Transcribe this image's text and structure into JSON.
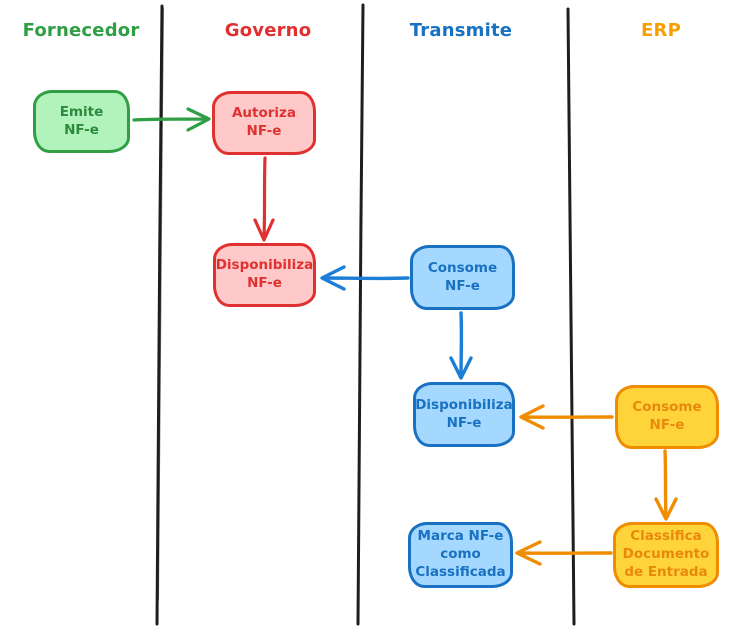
{
  "diagram": {
    "type": "swimlane-flowchart",
    "lanes": [
      {
        "id": "fornecedor",
        "label": "Fornecedor",
        "color": "#2f9e44"
      },
      {
        "id": "governo",
        "label": "Governo",
        "color": "#e03131"
      },
      {
        "id": "transmite",
        "label": "Transmite",
        "color": "#1971c2"
      },
      {
        "id": "erp",
        "label": "ERP",
        "color": "#f59f00"
      }
    ],
    "nodes": [
      {
        "id": "emite",
        "lane": "fornecedor",
        "label": "Emite\nNF-e",
        "fill": "#b2f2bb",
        "stroke": "#2f9e44"
      },
      {
        "id": "autoriza",
        "lane": "governo",
        "label": "Autoriza\nNF-e",
        "fill": "#ffc9c9",
        "stroke": "#e03131"
      },
      {
        "id": "disp-gov",
        "lane": "governo",
        "label": "Disponibiliza\nNF-e",
        "fill": "#ffc9c9",
        "stroke": "#e03131"
      },
      {
        "id": "consome-tr",
        "lane": "transmite",
        "label": "Consome\nNF-e",
        "fill": "#a5d8ff",
        "stroke": "#1971c2"
      },
      {
        "id": "disp-tr",
        "lane": "transmite",
        "label": "Disponibiliza\nNF-e",
        "fill": "#a5d8ff",
        "stroke": "#1971c2"
      },
      {
        "id": "consome-erp",
        "lane": "erp",
        "label": "Consome\nNF-e",
        "fill": "#ffd43b",
        "stroke": "#f08c00"
      },
      {
        "id": "marca",
        "lane": "transmite",
        "label": "Marca NF-e\ncomo\nClassificada",
        "fill": "#a5d8ff",
        "stroke": "#1971c2"
      },
      {
        "id": "classifica",
        "lane": "erp",
        "label": "Classifica\nDocumento\nde Entrada",
        "fill": "#ffd43b",
        "stroke": "#f08c00"
      }
    ],
    "edges": [
      {
        "from": "emite",
        "to": "autoriza",
        "color": "#2f9e44",
        "direction": "right"
      },
      {
        "from": "autoriza",
        "to": "disp-gov",
        "color": "#e03131",
        "direction": "down"
      },
      {
        "from": "consome-tr",
        "to": "disp-gov",
        "color": "#1c7ed6",
        "direction": "left"
      },
      {
        "from": "consome-tr",
        "to": "disp-tr",
        "color": "#1c7ed6",
        "direction": "down"
      },
      {
        "from": "consome-erp",
        "to": "disp-tr",
        "color": "#f08c00",
        "direction": "left"
      },
      {
        "from": "consome-erp",
        "to": "classifica",
        "color": "#f08c00",
        "direction": "down"
      },
      {
        "from": "classifica",
        "to": "marca",
        "color": "#f08c00",
        "direction": "left"
      }
    ],
    "lane_divider_color": "#1e1e1e"
  }
}
